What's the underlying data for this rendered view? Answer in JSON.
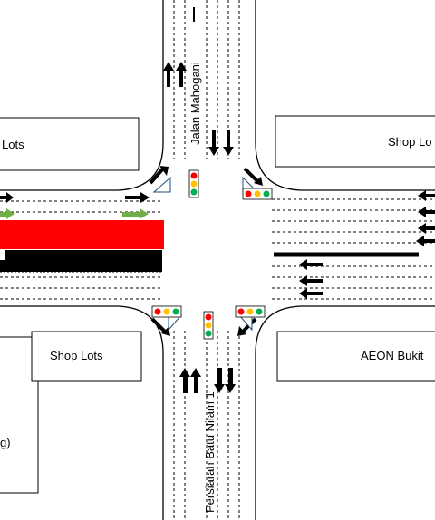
{
  "roads": {
    "north": "Jalan Mahogani",
    "south": "Persiaran Batu Nilam 1"
  },
  "buildings": {
    "top_left": "Lots",
    "top_right": "Shop Lo",
    "bottom_left": "Shop Lots",
    "bottom_right": "AEON Bukit",
    "far_left_fragment": "g)"
  },
  "colors": {
    "red_bar": "#ff0000",
    "black_bar": "#000000",
    "green_arrow": "#70ad47",
    "signal_red": "#ff0000",
    "signal_amber": "#ffc000",
    "signal_green": "#00b050"
  }
}
